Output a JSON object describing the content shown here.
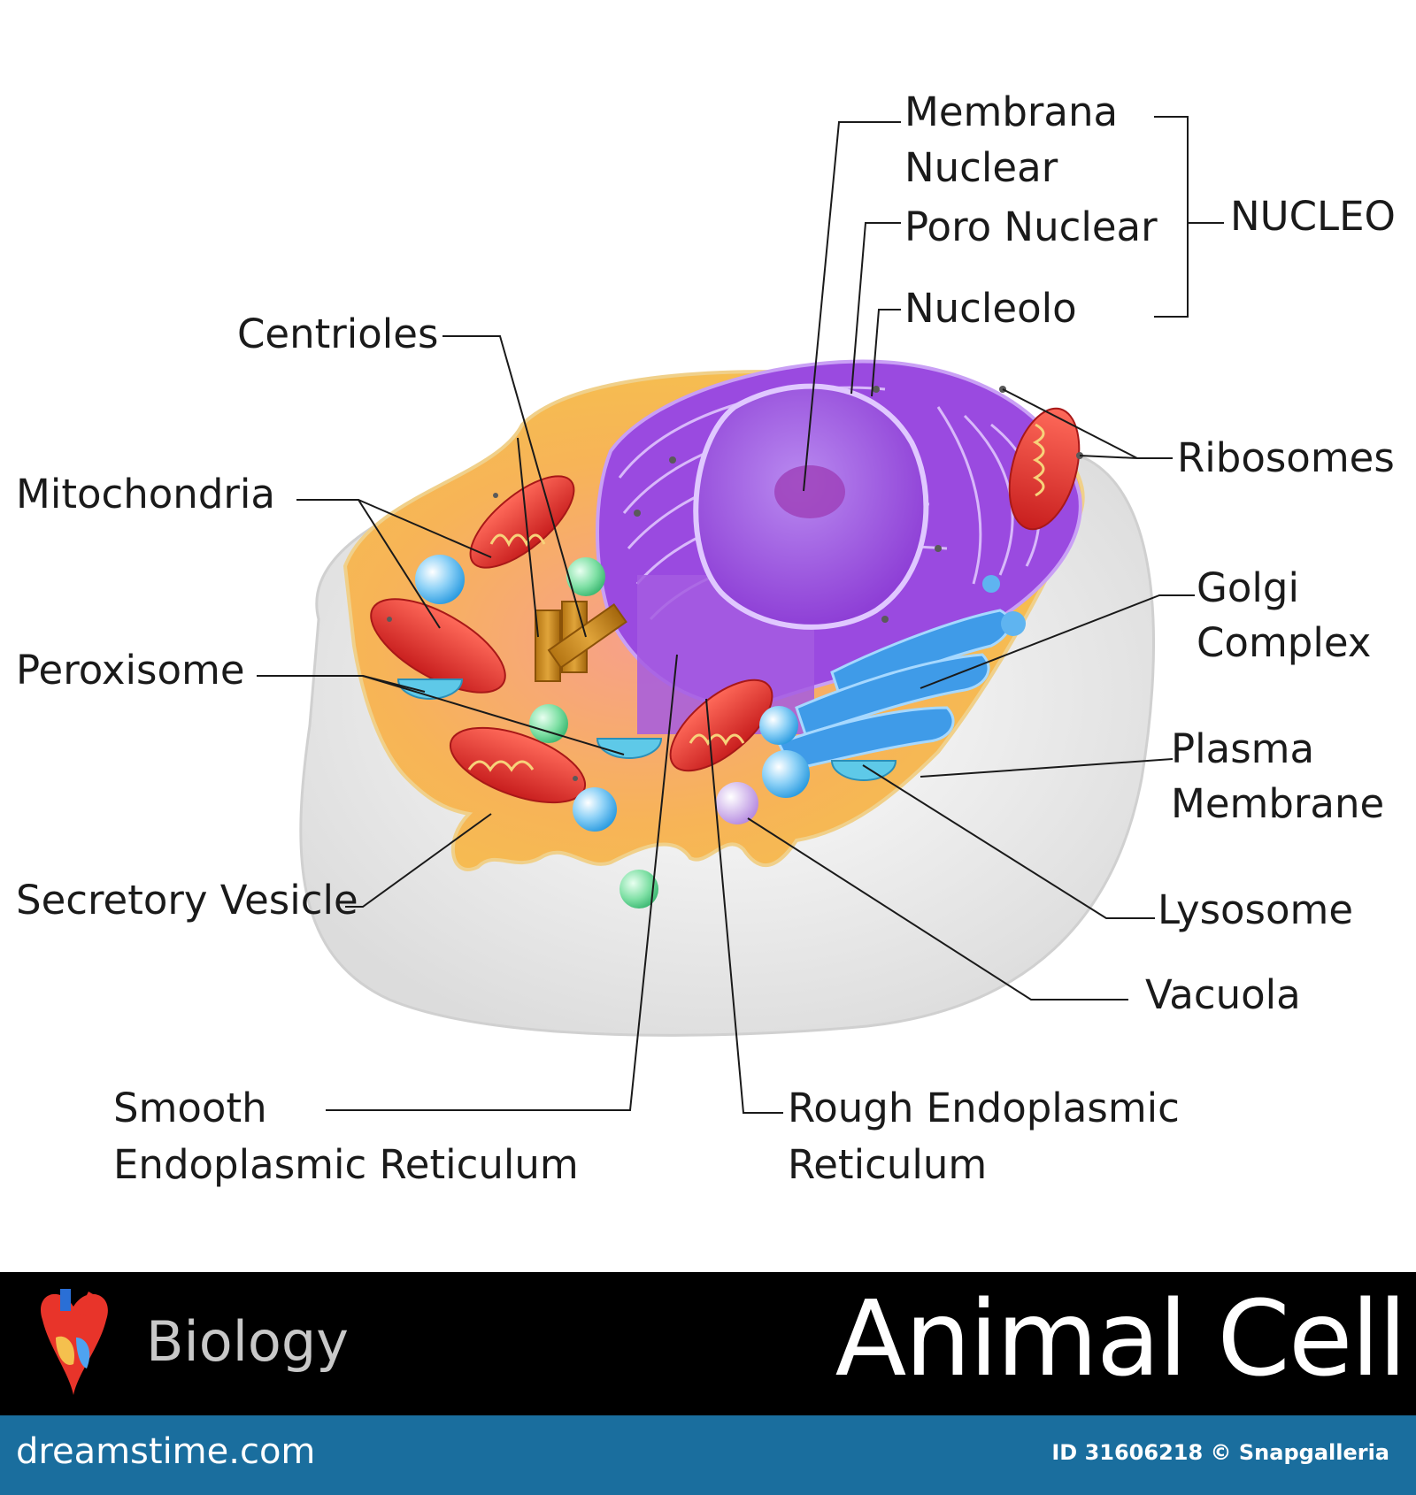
{
  "labels": {
    "membrana_1": "Membrana",
    "membrana_2": "Nuclear",
    "poro_nuclear": "Poro Nuclear",
    "nucleolo": "Nucleolo",
    "nucleo": "NUCLEO",
    "ribosomes": "Ribosomes",
    "centrioles": "Centrioles",
    "mitochondria": "Mitochondria",
    "peroxisome": "Peroxisome",
    "golgi_1": "Golgi",
    "golgi_2": "Complex",
    "plasma_1": "Plasma",
    "plasma_2": "Membrane",
    "secretory_vesicle": "Secretory Vesicle",
    "lysosome": "Lysosome",
    "vacuola": "Vacuola",
    "smooth_er_1": "Smooth",
    "smooth_er_2": "Endoplasmic Reticulum",
    "rough_er_1": "Rough Endoplasmic",
    "rough_er_2": "Reticulum"
  },
  "banner": {
    "subject": "Biology",
    "title": "Animal Cell"
  },
  "footer": {
    "site": "dreamstime.com",
    "credit": "ID 31606218 © Snapgalleria"
  },
  "colors": {
    "cytoplasm": "#f5b04a",
    "nucleus": "#a45ce0",
    "mitochondria": "#e03a2e",
    "golgi": "#3f9be8",
    "membrane_base": "#e8e8e8",
    "banner_bg": "#000000",
    "footer_bg": "#1a6e9e"
  }
}
